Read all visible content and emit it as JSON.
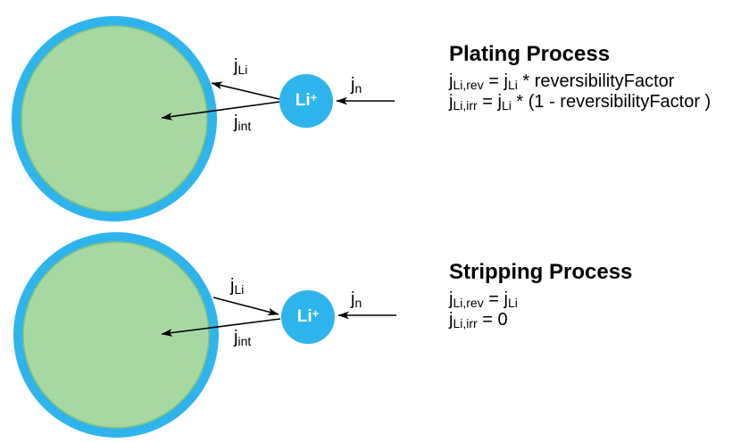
{
  "colors": {
    "background": "#ffffff",
    "shell_blue": "#2eb4ec",
    "core_green": "#a8d8a2",
    "core_outline": "#82c37d",
    "ion_blue": "#2eb4ec",
    "ion_text": "#ffffff",
    "arrow_black": "#000000",
    "text_black": "#000000"
  },
  "diagrams": [
    {
      "title": "Plating Process",
      "equations": [
        {
          "segments": [
            {
              "t": "j"
            },
            {
              "t": "Li,rev",
              "sub": true
            },
            {
              "t": " = j"
            },
            {
              "t": "Li",
              "sub": true
            },
            {
              "t": " * reversibilityFactor"
            }
          ]
        },
        {
          "segments": [
            {
              "t": "j"
            },
            {
              "t": "Li,irr",
              "sub": true
            },
            {
              "t": " = j"
            },
            {
              "t": "Li",
              "sub": true
            },
            {
              "t": " * (1 - reversibilityFactor )"
            }
          ]
        }
      ],
      "ion_label": {
        "segments": [
          {
            "t": "Li"
          },
          {
            "t": "+",
            "sup": true
          }
        ]
      },
      "labels": {
        "surface_flux": {
          "segments": [
            {
              "t": "j"
            },
            {
              "t": "Li",
              "sub": true
            }
          ]
        },
        "internal_flux": {
          "segments": [
            {
              "t": "j"
            },
            {
              "t": "int",
              "sub": true
            }
          ]
        },
        "neighbor_flux": {
          "segments": [
            {
              "t": "j"
            },
            {
              "t": "n",
              "sub": true
            }
          ]
        }
      }
    },
    {
      "title": "Stripping Process",
      "equations": [
        {
          "segments": [
            {
              "t": "j"
            },
            {
              "t": "Li,rev",
              "sub": true
            },
            {
              "t": " = j"
            },
            {
              "t": "Li",
              "sub": true
            }
          ]
        },
        {
          "segments": [
            {
              "t": "j"
            },
            {
              "t": "Li,irr",
              "sub": true
            },
            {
              "t": " = 0"
            }
          ]
        }
      ],
      "ion_label": {
        "segments": [
          {
            "t": "Li"
          },
          {
            "t": "+",
            "sup": true
          }
        ]
      },
      "labels": {
        "surface_flux": {
          "segments": [
            {
              "t": "j"
            },
            {
              "t": "Li",
              "sub": true
            }
          ]
        },
        "internal_flux": {
          "segments": [
            {
              "t": "j"
            },
            {
              "t": "int",
              "sub": true
            }
          ]
        },
        "neighbor_flux": {
          "segments": [
            {
              "t": "j"
            },
            {
              "t": "n",
              "sub": true
            }
          ]
        }
      }
    }
  ]
}
